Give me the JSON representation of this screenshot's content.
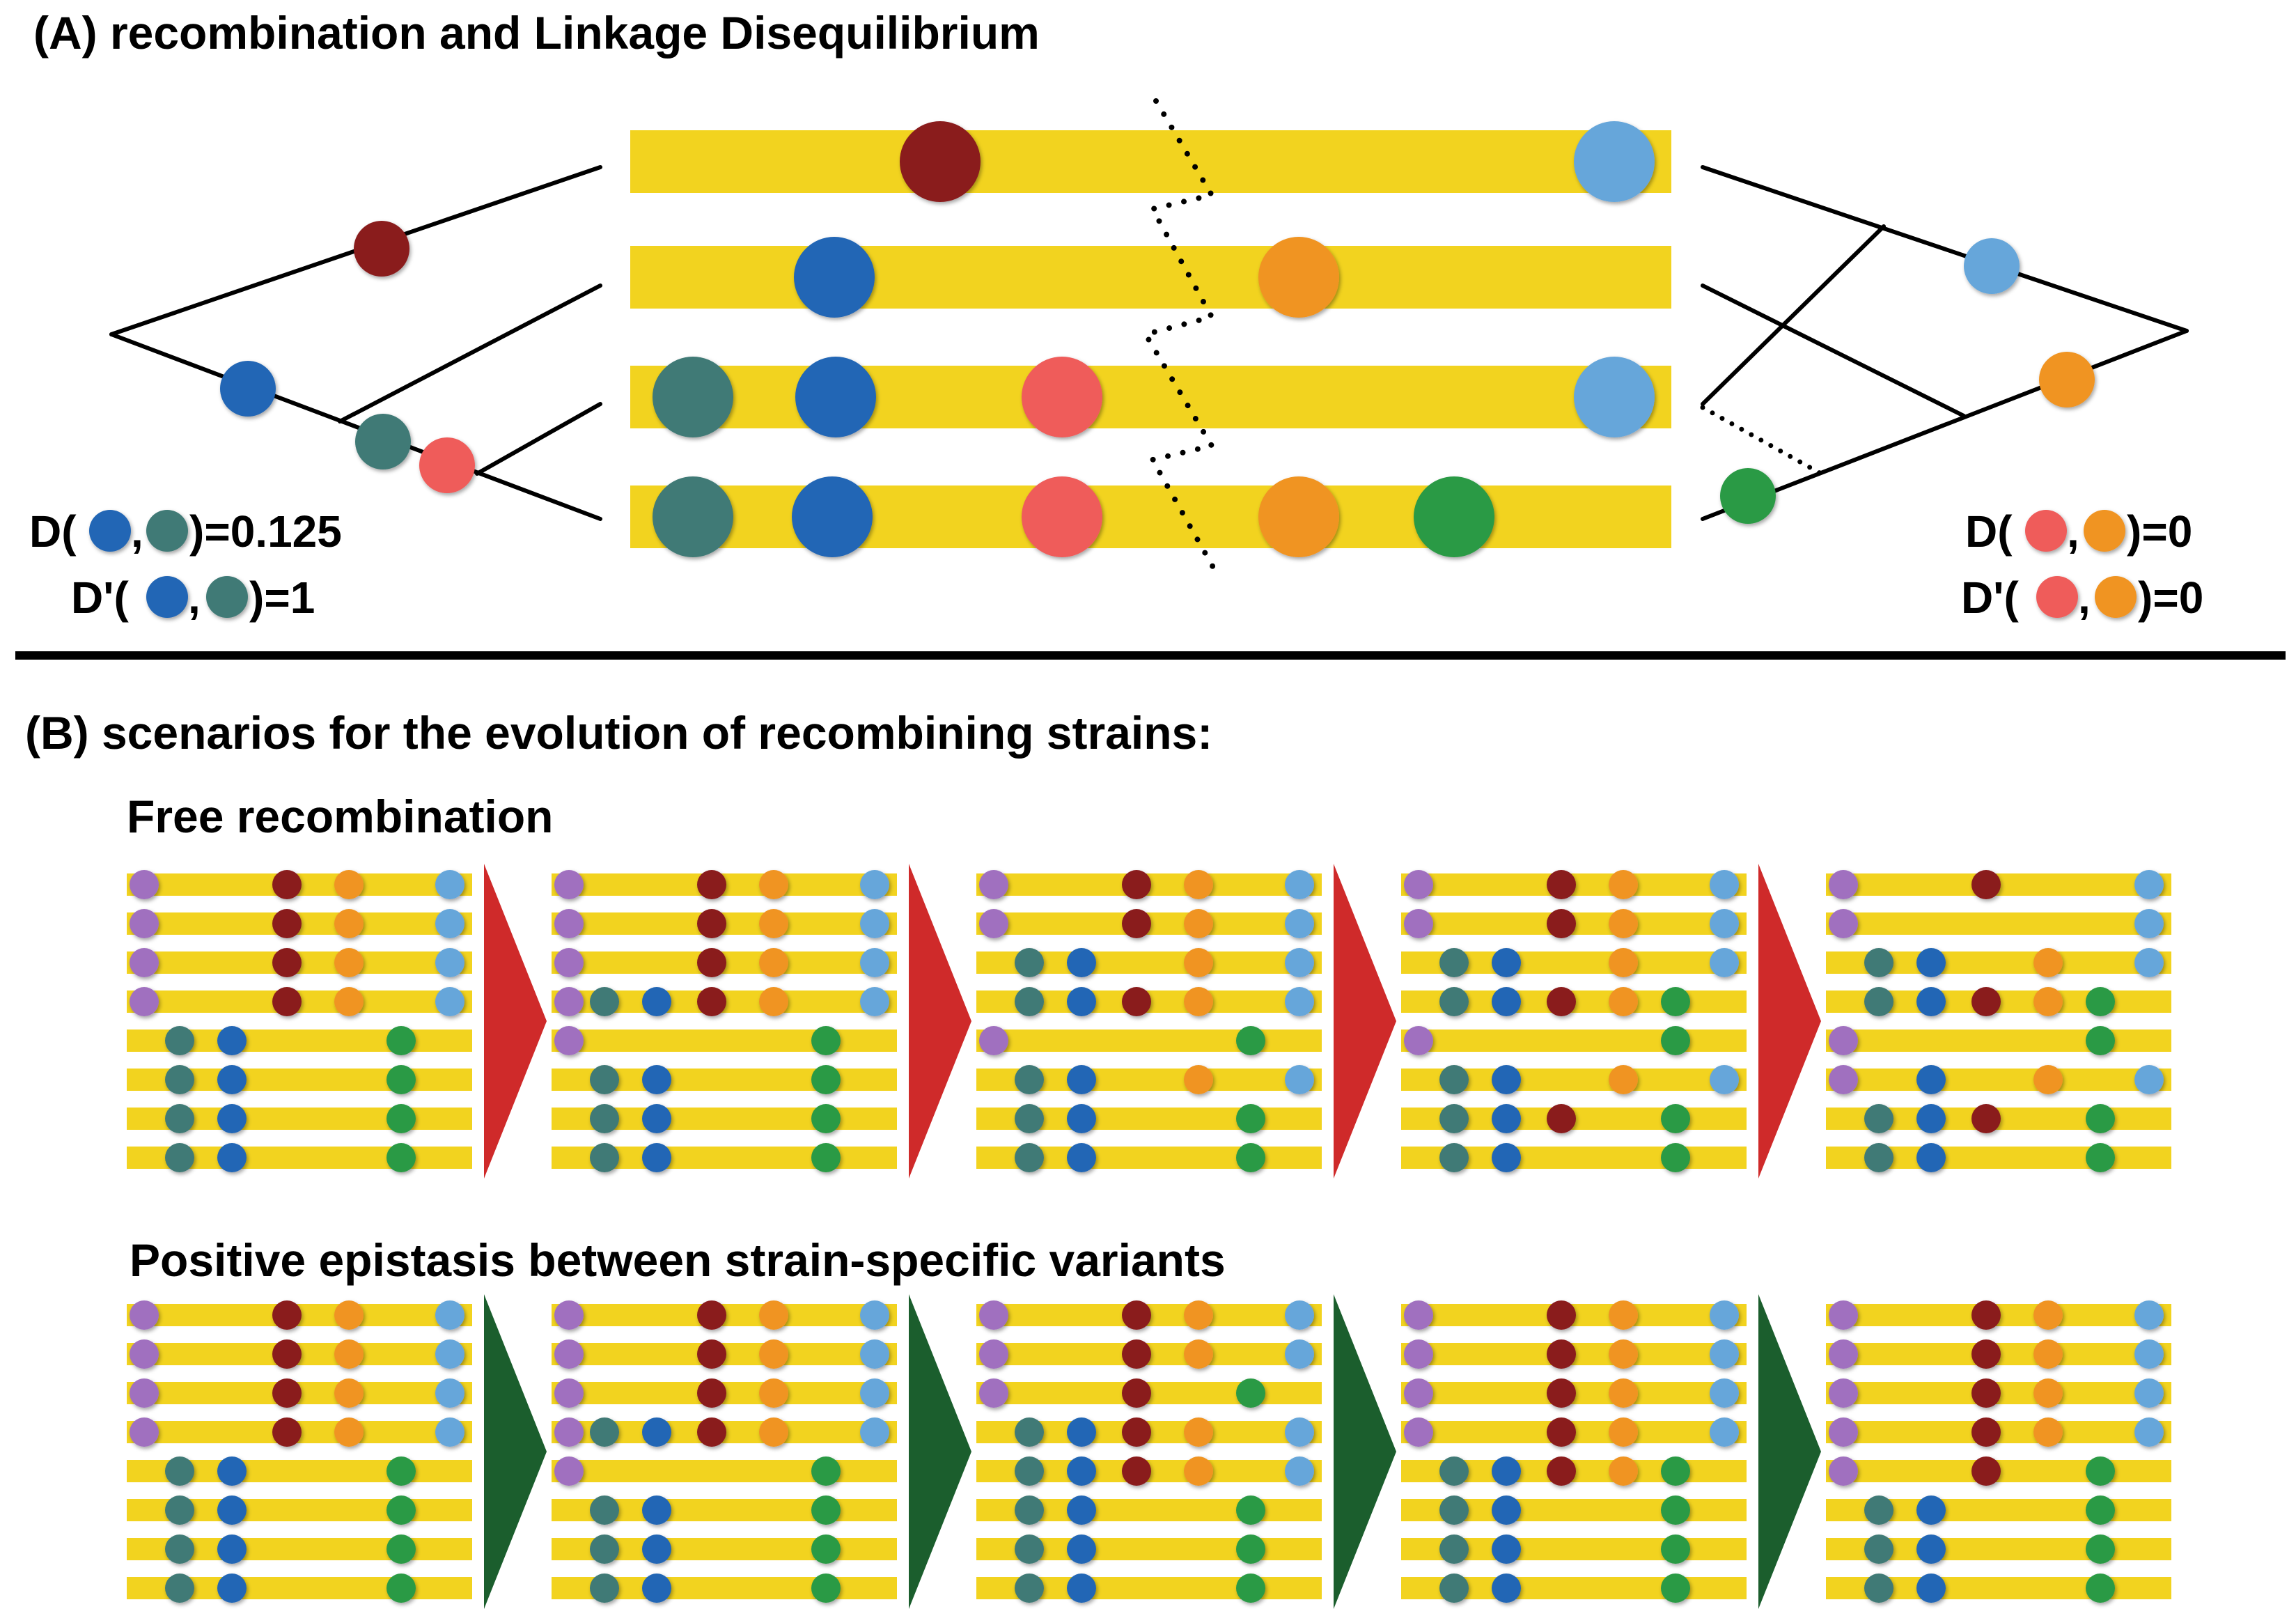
{
  "colors": {
    "background": "#ffffff",
    "chromosome": "#f2d31f",
    "red_arrow": "#cf2a2a",
    "green_arrow": "#1b5e2d",
    "divider": "#000000",
    "alleles": {
      "darkred": "#8a1a1d",
      "lightblue": "#66a6da",
      "blue": "#2266b5",
      "orange": "#f09421",
      "teal": "#3f7a76",
      "salmon": "#ef5b5a",
      "green": "#2a9a45",
      "purple": "#a070bf"
    }
  },
  "panel_a": {
    "title": "(A) recombination and Linkage Disequilibrium",
    "left_stats": {
      "d_prefix": "D(",
      "dprime_prefix": "D'(",
      "comma": ",",
      "d_value": ")=0.125",
      "dprime_value": ")=1",
      "allele1": "blue",
      "allele2": "teal"
    },
    "right_stats": {
      "d_prefix": "D(",
      "dprime_prefix": "D'(",
      "comma": ",",
      "d_value": ")=0",
      "dprime_value": ")=0",
      "allele1": "salmon",
      "allele2": "orange"
    },
    "chromosomes": [
      [
        "darkred",
        "lightblue"
      ],
      [
        "blue",
        "orange"
      ],
      [
        "teal",
        "blue",
        "salmon",
        "lightblue"
      ],
      [
        "teal",
        "blue",
        "salmon",
        "orange",
        "green"
      ]
    ]
  },
  "panel_b": {
    "title": "(B) scenarios for the evolution of recombining strains:",
    "positions": [
      "purple",
      "teal",
      "blue",
      "darkred",
      "orange",
      "green",
      "lightblue"
    ],
    "scenarios": [
      {
        "label": "Free recombination",
        "arrow": "red",
        "stages": [
          [
            "Pdol",
            "Pdol",
            "Pdol",
            "Pdol",
            "TBg",
            "TBg",
            "TBg",
            "TBg"
          ],
          [
            "Pdol",
            "Pdol",
            "Pdol",
            "PTBdol",
            "Pg",
            "TBg",
            "TBg",
            "TBg"
          ],
          [
            "Pdol",
            "Pdol",
            "TBol",
            "TBdol",
            "Pg",
            "TBol",
            "TBg",
            "TBg"
          ],
          [
            "Pdol",
            "Pdol",
            "TBol",
            "TBdog",
            "Pg",
            "TBol",
            "TBdg",
            "TBg"
          ],
          [
            "Pdl",
            "Pl",
            "TBol",
            "TBdog",
            "Pg",
            "PBol",
            "TBdg",
            "TBg"
          ]
        ]
      },
      {
        "label": "Positive epistasis between strain-specific variants",
        "arrow": "green",
        "stages": [
          [
            "Pdol",
            "Pdol",
            "Pdol",
            "Pdol",
            "TBg",
            "TBg",
            "TBg",
            "TBg"
          ],
          [
            "Pdol",
            "Pdol",
            "Pdol",
            "PTBdol",
            "Pg",
            "TBg",
            "TBg",
            "TBg"
          ],
          [
            "Pdol",
            "Pdol",
            "Pdg",
            "TBdol",
            "TBdol",
            "TBg",
            "TBg",
            "TBg"
          ],
          [
            "Pdol",
            "Pdol",
            "Pdol",
            "Pdol",
            "TBdog",
            "TBg",
            "TBg",
            "TBg"
          ],
          [
            "Pdol",
            "Pdol",
            "Pdol",
            "Pdol",
            "Pdg",
            "TBg",
            "TBg",
            "TBg"
          ]
        ]
      }
    ]
  }
}
